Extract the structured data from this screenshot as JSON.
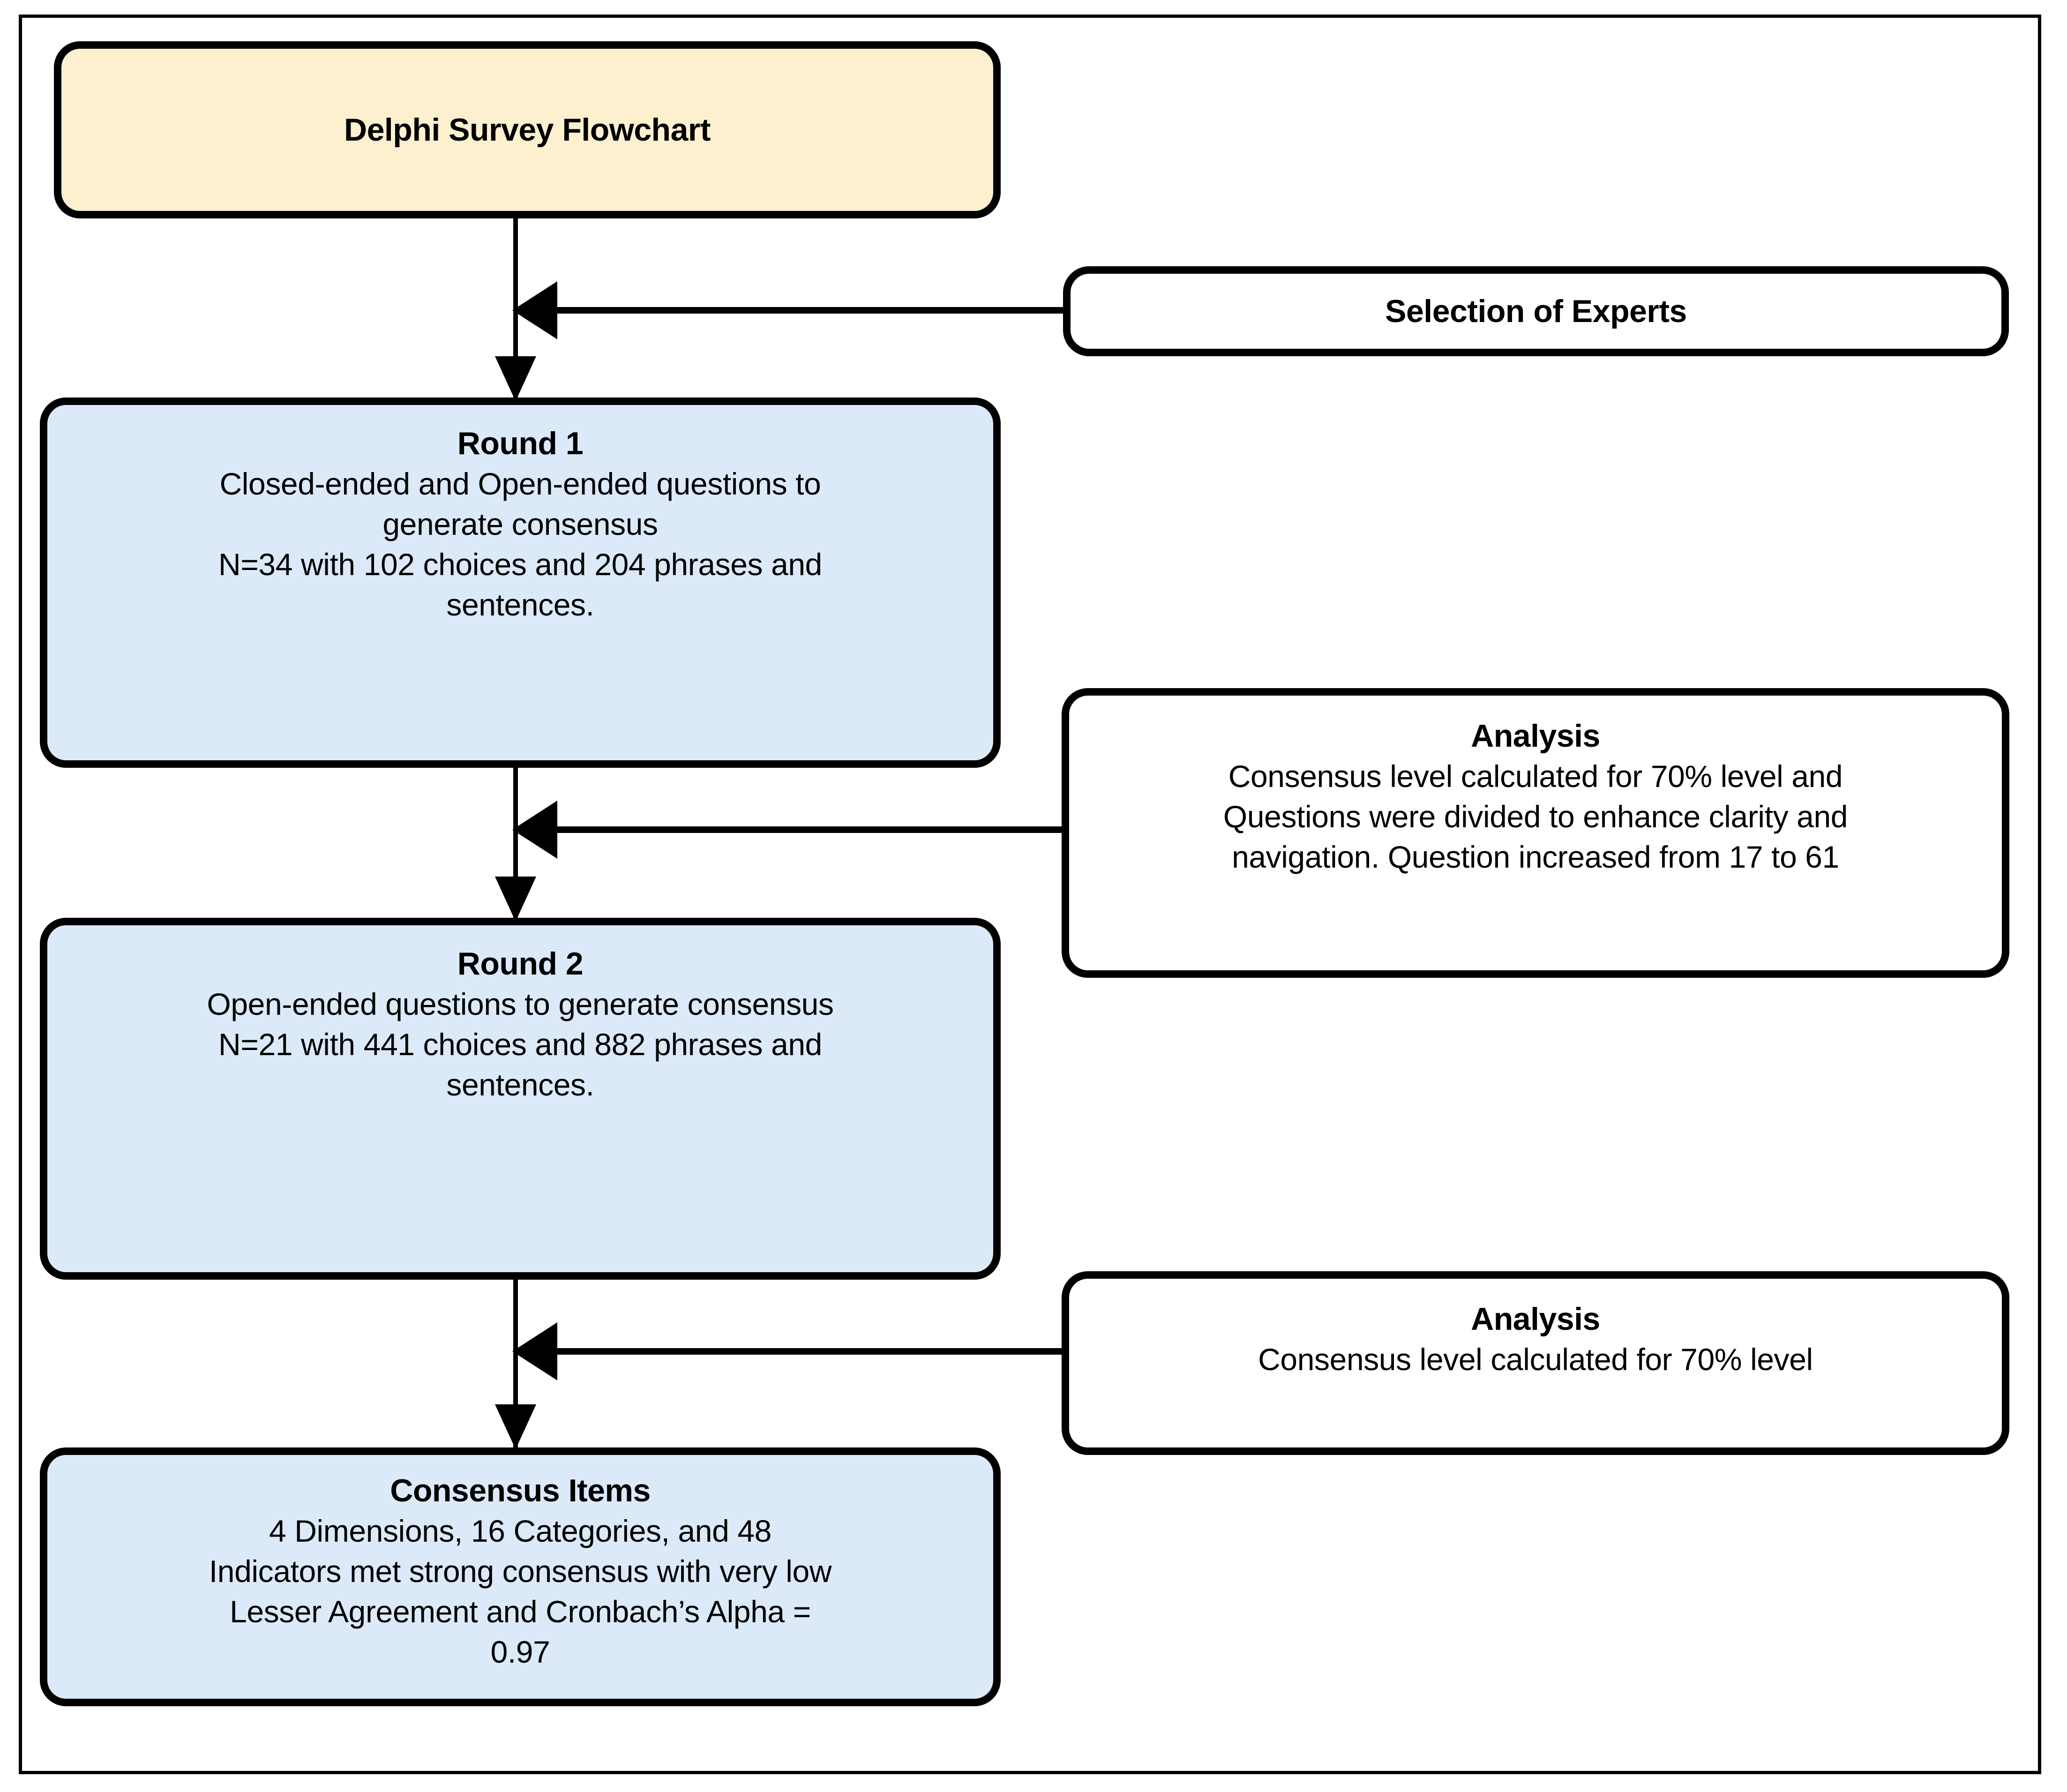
{
  "diagram": {
    "title": "Delphi Survey Flowchart",
    "colors": {
      "node_border": "#000000",
      "title_fill": "#FCF0CE",
      "round_fill": "#DCE9F8",
      "analysis_fill": "#FFFFFF",
      "frame": "#000000",
      "text": "#000000"
    },
    "nodes": {
      "title_box": {
        "label": "Delphi Survey Flowchart"
      },
      "selection_of_experts": {
        "label": "Selection of Experts"
      },
      "round1": {
        "title": "Round 1",
        "lines": [
          "Closed-ended and Open-ended questions to",
          "generate consensus",
          "N=34  with 102 choices and 204 phrases and",
          "sentences."
        ]
      },
      "analysis1": {
        "title": "Analysis",
        "lines": [
          "Consensus level calculated for 70% level and",
          "Questions were divided to enhance clarity and",
          "navigation. Question increased from 17 to 61"
        ]
      },
      "round2": {
        "title": "Round 2",
        "lines": [
          "Open-ended questions to generate consensus",
          "N=21  with 441 choices and 882 phrases and",
          "sentences."
        ]
      },
      "analysis2": {
        "title": "Analysis",
        "lines": [
          "Consensus level calculated for 70% level"
        ]
      },
      "consensus_items": {
        "title": "Consensus Items",
        "lines": [
          "4 Dimensions, 16 Categories, and 48",
          "Indicators met strong consensus with very low",
          "Lesser Agreement and Cronbach’s Alpha =",
          "0.97"
        ]
      }
    },
    "edges": [
      {
        "from": "title_box",
        "to": "round1",
        "kind": "vertical-arrow-down"
      },
      {
        "from": "selection_of_experts",
        "to": "title_box-to-round1 connector",
        "kind": "horizontal-arrow-left"
      },
      {
        "from": "round1",
        "to": "round2",
        "kind": "vertical-arrow-down"
      },
      {
        "from": "analysis1",
        "to": "round1-to-round2 connector",
        "kind": "horizontal-arrow-left"
      },
      {
        "from": "round2",
        "to": "consensus_items",
        "kind": "vertical-arrow-down"
      },
      {
        "from": "analysis2",
        "to": "round2-to-consensus connector",
        "kind": "horizontal-arrow-left"
      }
    ]
  }
}
